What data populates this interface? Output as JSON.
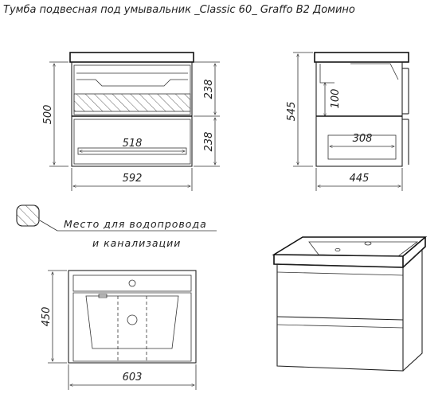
{
  "title": "Тумба подвесная под умывальник _Classic 60_ Graffo В2 Домино",
  "dimensions": {
    "front_height": "500",
    "front_upper": "238",
    "front_lower": "238",
    "front_inner": "518",
    "front_width": "592",
    "side_height": "545",
    "side_depth_label": "100",
    "side_inner": "308",
    "side_width": "445",
    "top_depth": "450",
    "top_width": "603"
  },
  "legend": {
    "line1": "Место для водопровода",
    "line2": "и канализации"
  }
}
